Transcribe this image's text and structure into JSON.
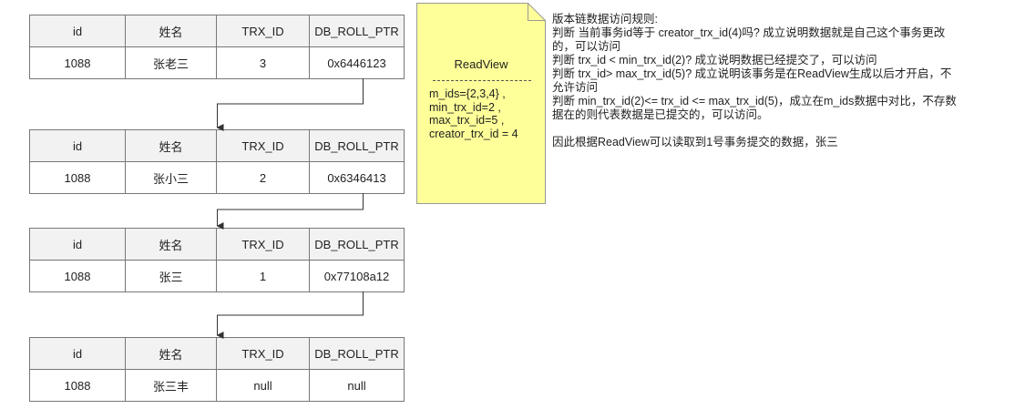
{
  "columns": [
    "id",
    "姓名",
    "TRX_ID",
    "DB_ROLL_PTR"
  ],
  "versions": [
    {
      "id": "1088",
      "name": "张老三",
      "trx_id": "3",
      "roll_ptr": "0x6446123"
    },
    {
      "id": "1088",
      "name": "张小三",
      "trx_id": "2",
      "roll_ptr": "0x6346413"
    },
    {
      "id": "1088",
      "name": "张三",
      "trx_id": "1",
      "roll_ptr": "0x77108a12"
    },
    {
      "id": "1088",
      "name": "张三丰",
      "trx_id": "null",
      "roll_ptr": "null"
    }
  ],
  "readview": {
    "title": "ReadView",
    "fields": [
      "m_ids={2,3,4} ,",
      "min_trx_id=2 ,",
      "max_trx_id=5 ,",
      "creator_trx_id = 4"
    ]
  },
  "rules": {
    "lines": [
      "版本链数据访问规则:",
      "判断 当前事务id等于 creator_trx_id(4)吗? 成立说明数据就是自己这个事务更改",
      "的，可以访问",
      "判断 trx_id < min_trx_id(2)? 成立说明数据已经提交了，可以访问",
      "判断 trx_id> max_trx_id(5)? 成立说明该事务是在ReadView生成以后才开启，不",
      "允许访问",
      "判断 min_trx_id(2)<= trx_id <= max_trx_id(5)，成立在m_ids数据中对比，不存数",
      "据在的则代表数据是已提交的，可以访问。"
    ],
    "conclusion": "因此根据ReadView可以读取到1号事务提交的数据，张三"
  },
  "colors": {
    "note_fill": "#ffff99",
    "note_border": "#999999",
    "line": "#333333"
  }
}
